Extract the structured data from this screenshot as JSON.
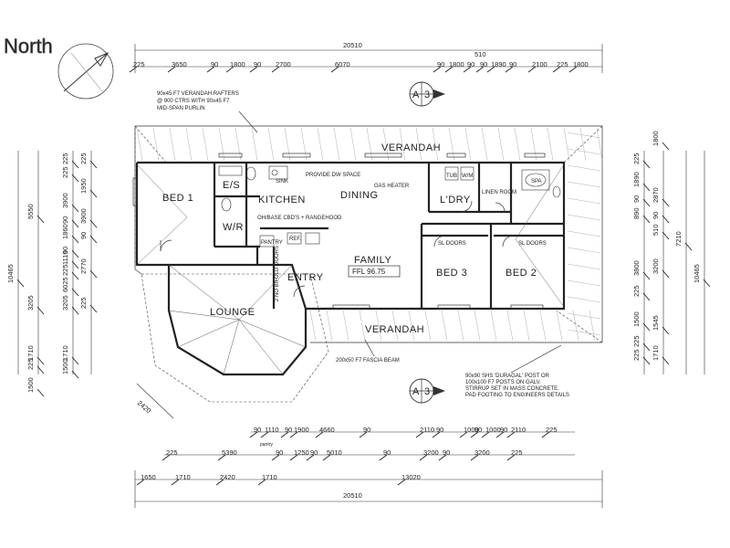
{
  "north_label": "North",
  "rooms": {
    "bed1": "BED 1",
    "ens": "E/S",
    "wir": "W/R",
    "kitchen": "KITCHEN",
    "dining": "DINING",
    "ldry": "L'DRY",
    "family": "FAMILY",
    "bed3": "BED 3",
    "bed2": "BED 2",
    "entry": "ENTRY",
    "lounge": "LOUNGE",
    "verandah_top": "VERANDAH",
    "verandah_bottom": "VERANDAH",
    "pantry": "PANTRY"
  },
  "labels": {
    "ffl": "FFL 96.75",
    "gas_heater": "GAS HEATER",
    "provide_dw": "PROVIDE DW SPACE",
    "cabinets_note": "OH/BASE CBD'S + RANGEHOOD",
    "sl_doors_1": "SL DOORS",
    "sl_doors_2": "SL DOORS",
    "linen": "LINEN ROOM",
    "spa": "SPA",
    "bifold": "2 NO BIFOLD DOORS",
    "section_a": "A",
    "section_num": "3"
  },
  "annotations": {
    "rafters": [
      "90x45 F7 VERANDAH RAFTERS",
      "@ 900 CTRS WITH 90x45 F7",
      "MID-SPAN PURLIN"
    ],
    "fascia": "200x50 F7 FASCIA BEAM",
    "post": [
      "90x90 SHS 'DURAGAL' POST OR",
      "100x100 F7 POSTS ON GALV.",
      "STIRRUP SET IN MASS CONCRETE.",
      "PAD FOOTING TO ENGINEERS DETAILS"
    ]
  },
  "dims_top": {
    "overall": "20510",
    "extra": "510",
    "row": [
      "225",
      "3650",
      "90",
      "1800",
      "90",
      "2700",
      "6070",
      "90",
      "1800",
      "90",
      "90",
      "1890",
      "90",
      "2100",
      "225",
      "1800"
    ]
  },
  "dims_bottom": {
    "row1": [
      "90",
      "1110",
      "90",
      "1900",
      "4660",
      "90",
      "2110",
      "90",
      "1000",
      "90",
      "1000",
      "90",
      "2110",
      "225"
    ],
    "row1_note": "pantry",
    "row2": [
      "225",
      "5390",
      "90",
      "1250",
      "90",
      "5010",
      "90",
      "3200",
      "90",
      "3200",
      "225"
    ],
    "row3": [
      "1650",
      "1710",
      "2420",
      "1710",
      "13020"
    ],
    "overall": "20510",
    "diagonal": "2420"
  },
  "dims_left": {
    "col1": [
      "10465"
    ],
    "col2": [
      "5550",
      "3205",
      "1710",
      "1500",
      "225"
    ],
    "col3": [
      "225",
      "225",
      "3900",
      "90",
      "1860",
      "90",
      "1110",
      "225",
      "6025",
      "3205",
      "1710",
      "1500"
    ],
    "col4": [
      "225",
      "1950",
      "3900",
      "90",
      "2770",
      "225"
    ]
  },
  "dims_right": {
    "col1": [
      "225",
      "1890",
      "90",
      "890",
      "3800",
      "225",
      "1500",
      "225",
      "225"
    ],
    "col2": [
      "1800",
      "2870",
      "90",
      "510",
      "3200",
      "1545",
      "1710"
    ],
    "col3": [
      "7210"
    ],
    "col4": [
      "10465"
    ]
  },
  "fixtures": {
    "sink": "SINK",
    "fridge": "REF.",
    "ldry_tub": "TUB",
    "wm": "W/M"
  }
}
